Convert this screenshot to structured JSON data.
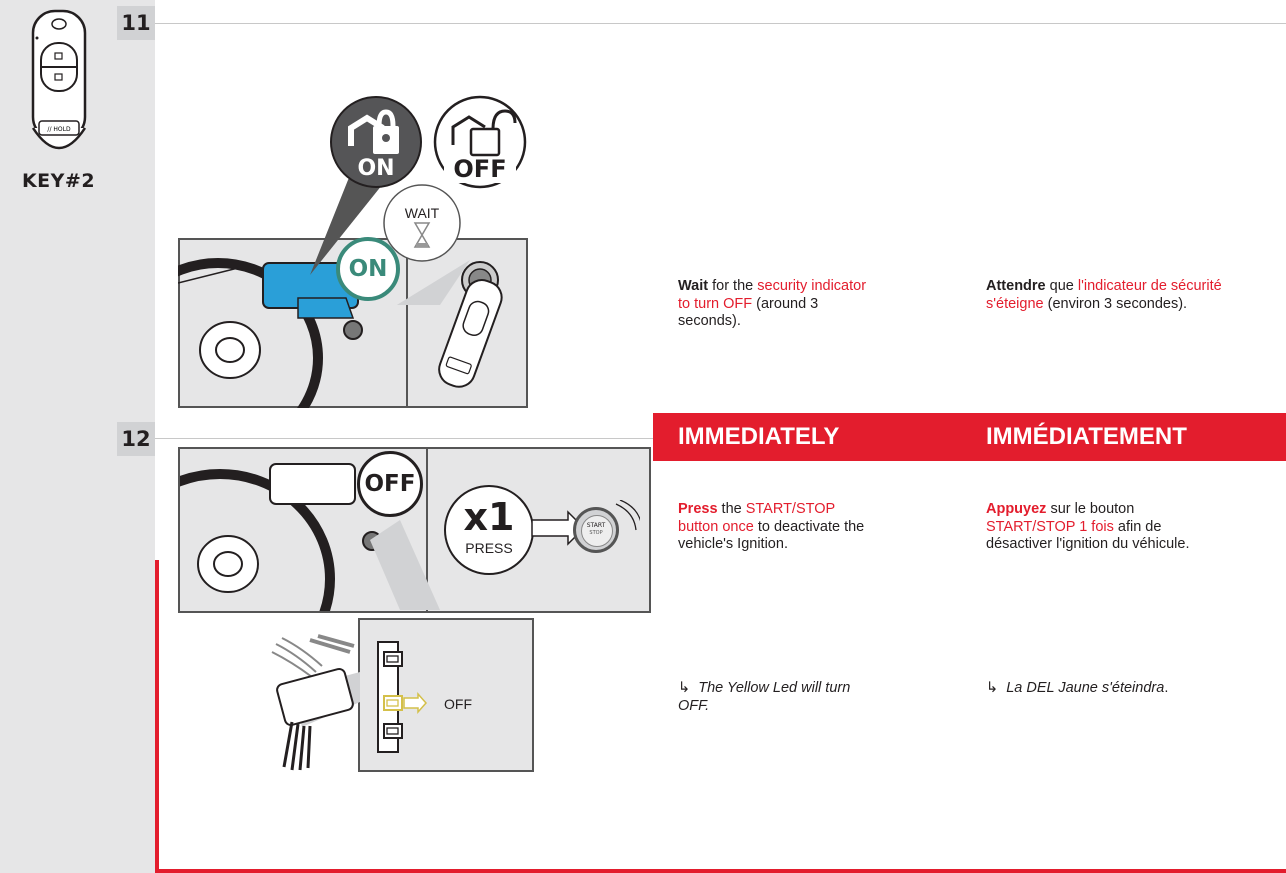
{
  "sidebar": {
    "key_label": "KEY#2"
  },
  "step11": {
    "number": "11",
    "lock_on_label": "ON",
    "lock_off_label": "OFF",
    "wait_label": "WAIT",
    "dash_on_label": "ON",
    "en": {
      "bold": "Wait",
      "pre": " for the ",
      "red": "security indicator to turn OFF",
      "post": " (around 3 seconds)."
    },
    "fr": {
      "bold": "Attendre",
      "pre": " que ",
      "red": "l'indicateur de sécurité s'éteigne",
      "post": " (environ 3 secondes)."
    }
  },
  "step12": {
    "number": "12",
    "header_en": "IMMEDIATELY",
    "header_fr": "IMMÉDIATEMENT",
    "off_label": "OFF",
    "x1_label": "x1",
    "press_label": "PRESS",
    "start_label": "START",
    "stop_label": "STOP",
    "led_off_label": "OFF",
    "en": {
      "bold": "Press",
      "pre": " the ",
      "red": "START/STOP button once",
      "post": " to deactivate the vehicle's Ignition."
    },
    "fr": {
      "bold": "Appuyez",
      "pre": " sur le bouton ",
      "red": "START/STOP 1 fois",
      "post": " afin de désactiver l'ignition du véhicule."
    },
    "led_en": {
      "arrow": "↳",
      "text": "The Yellow Led will turn OFF."
    },
    "led_fr": {
      "arrow": "↳",
      "text_italic": "La DEL Jaune s'éteindra",
      "text_post": "."
    }
  },
  "colors": {
    "accent_red": "#e31d2d",
    "sidebar_gray": "#e6e6e7",
    "teal": "#3a8a7a",
    "led_yellow": "#d4c04a",
    "dash_blue": "#2a9fd8"
  }
}
